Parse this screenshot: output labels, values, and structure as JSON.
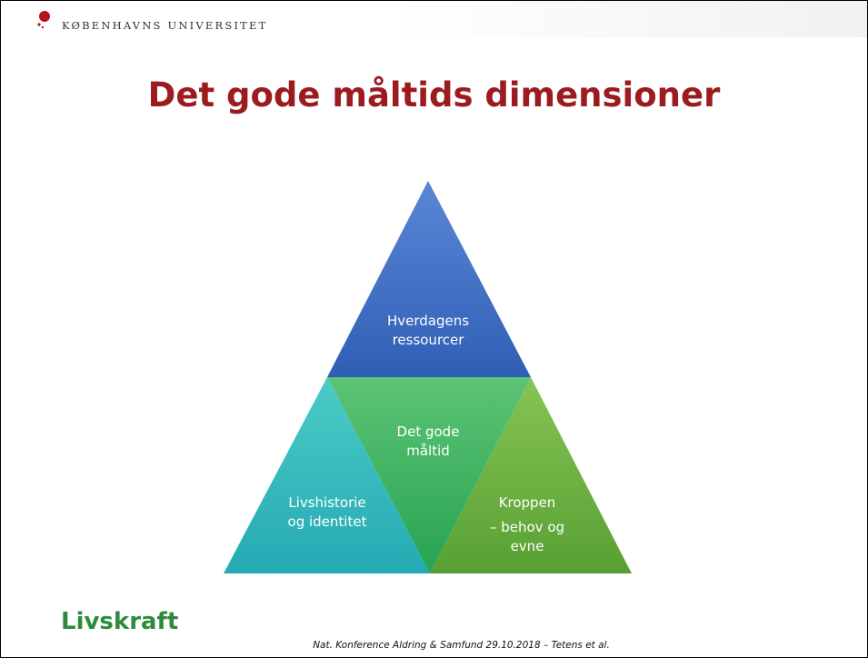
{
  "header": {
    "university": "KØBENHAVNS UNIVERSITET",
    "logo_icon": "ku-seal-icon",
    "logo_color": "#b5131a"
  },
  "title": "Det gode måltids dimensioner",
  "diagram": {
    "top": {
      "line1": "Hverdagens",
      "line2": "ressourcer",
      "color": "#4472c4"
    },
    "center": {
      "line1": "Det gode",
      "line2": "måltid",
      "color": "#3fb35c"
    },
    "left": {
      "line1": "Livshistorie",
      "line2": "og identitet",
      "color": "#3cbfc0"
    },
    "right": {
      "line1": "Kroppen",
      "line2": "– behov og",
      "line3": "evne",
      "color": "#6db33f"
    }
  },
  "brand": "Livskraft",
  "footer": "Nat. Konference Aldring & Samfund  29.10.2018 – Tetens et al."
}
